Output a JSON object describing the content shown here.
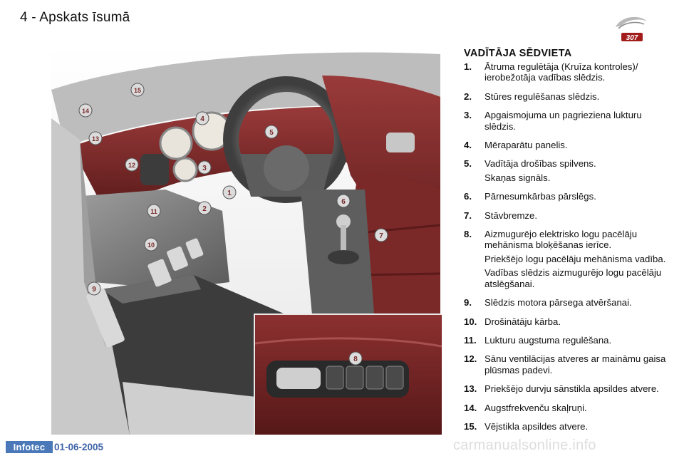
{
  "header": {
    "title": "4 - Apskats īsumā",
    "model_badge": "307"
  },
  "section": {
    "title": "VADĪTĀJA SĒDVIETA",
    "items": [
      {
        "num": "1.",
        "lines": [
          "Ātruma regulētāja (Kruīza kontroles)/ ierobežotāja vadības slēdzis."
        ]
      },
      {
        "num": "2.",
        "lines": [
          "Stūres regulēšanas slēdzis."
        ]
      },
      {
        "num": "3.",
        "lines": [
          "Apgaismojuma un pagrieziena lukturu slēdzis."
        ]
      },
      {
        "num": "4.",
        "lines": [
          "Mēraparātu panelis."
        ]
      },
      {
        "num": "5.",
        "lines": [
          "Vadītāja drošības spilvens.",
          "Skaņas signāls."
        ]
      },
      {
        "num": "6.",
        "lines": [
          "Pārnesumkārbas pārslēgs."
        ]
      },
      {
        "num": "7.",
        "lines": [
          "Stāvbremze."
        ]
      },
      {
        "num": "8.",
        "lines": [
          "Aizmugurējo elektrisko logu pacēlāju mehānisma bloķēšanas ierīce.",
          "Priekšējo logu pacēlāju mehānisma vadība.",
          "Vadības slēdzis aizmugurējo logu pacēlāju atslēgšanai."
        ]
      },
      {
        "num": "9.",
        "lines": [
          "Slēdzis motora pārsega atvēršanai."
        ]
      },
      {
        "num": "10.",
        "lines": [
          "Drošinātāju kārba."
        ]
      },
      {
        "num": "11.",
        "lines": [
          "Lukturu augstuma regulēšana."
        ]
      },
      {
        "num": "12.",
        "lines": [
          "Sānu ventilācijas atveres ar maināmu gaisa plūsmas padevi."
        ]
      },
      {
        "num": "13.",
        "lines": [
          "Priekšējo durvju sānstikla apsildes atvere."
        ]
      },
      {
        "num": "14.",
        "lines": [
          "Augstfrekvenču skaļruņi."
        ]
      },
      {
        "num": "15.",
        "lines": [
          "Vējstikla apsildes atvere."
        ]
      }
    ]
  },
  "markers": [
    "1",
    "2",
    "3",
    "4",
    "5",
    "6",
    "7",
    "8",
    "9",
    "10",
    "11",
    "12",
    "13",
    "14",
    "15"
  ],
  "footer": {
    "brand": "Infotec",
    "date": "01-06-2005",
    "watermark": "carmanualsonline.info"
  },
  "colors": {
    "burgundy": "#7a2a2a",
    "marker_fill": "#dcdcdc",
    "footer_blue": "#4a78b8"
  }
}
